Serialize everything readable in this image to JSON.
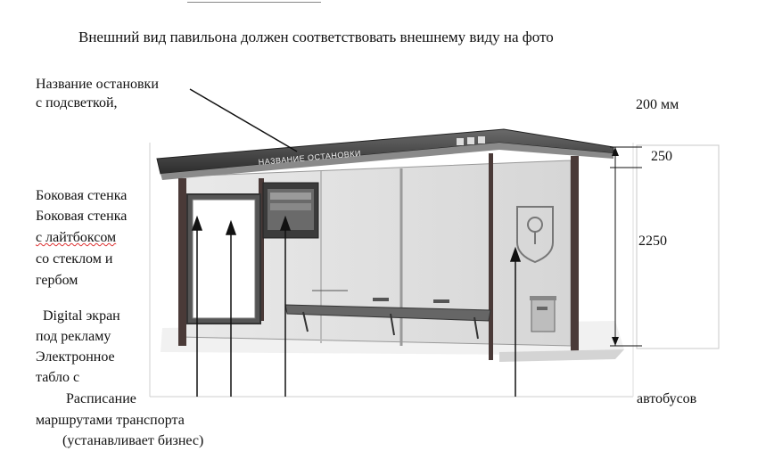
{
  "heading": "Внешний вид павильона должен соответствовать внешнему виду на фото",
  "sign_text": "НАЗВАНИЕ ОСТАНОВКИ",
  "left_labels": {
    "stop_name_1": "Название остановки",
    "stop_name_2": "с подсветкой,",
    "side_wall_1": "Боковая стенка",
    "side_wall_2": "Боковая стенка",
    "side_wall_3": "с лайтбоксом",
    "side_wall_4": "со стеклом и",
    "side_wall_5": "гербом",
    "digital_1": "Digital экран",
    "digital_2": "под рекламу",
    "board_1": "Электронное",
    "board_2": "табло с",
    "schedule": "Расписание",
    "routes": "маршрутами транспорта",
    "business": "(устанавливает бизнес)"
  },
  "dimensions": {
    "roof": "200 мм",
    "top_band": "250",
    "height": "2250"
  },
  "right_label": "автобусов"
}
